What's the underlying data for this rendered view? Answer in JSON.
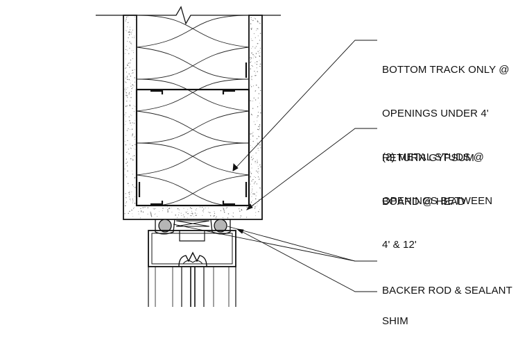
{
  "diagram": {
    "type": "architectural-section-detail",
    "colors": {
      "line": "#111111",
      "thin_line": "#333333",
      "gypsum_speckle": "#777777",
      "background": "#ffffff"
    },
    "callouts": [
      {
        "id": "track-studs",
        "lines": [
          "BOTTOM TRACK ONLY @",
          "OPENINGS UNDER 4'",
          "(2) METAL STUDS @",
          "OPENINGS BETWEEN",
          "4' & 12'"
        ]
      },
      {
        "id": "return-gypsum",
        "lines": [
          "RETURN GYPSUM",
          "BOARD @ HEAD"
        ]
      },
      {
        "id": "backer-rod",
        "lines": [
          "BACKER ROD & SEALANT"
        ]
      },
      {
        "id": "shim",
        "lines": [
          "SHIM"
        ]
      }
    ]
  }
}
